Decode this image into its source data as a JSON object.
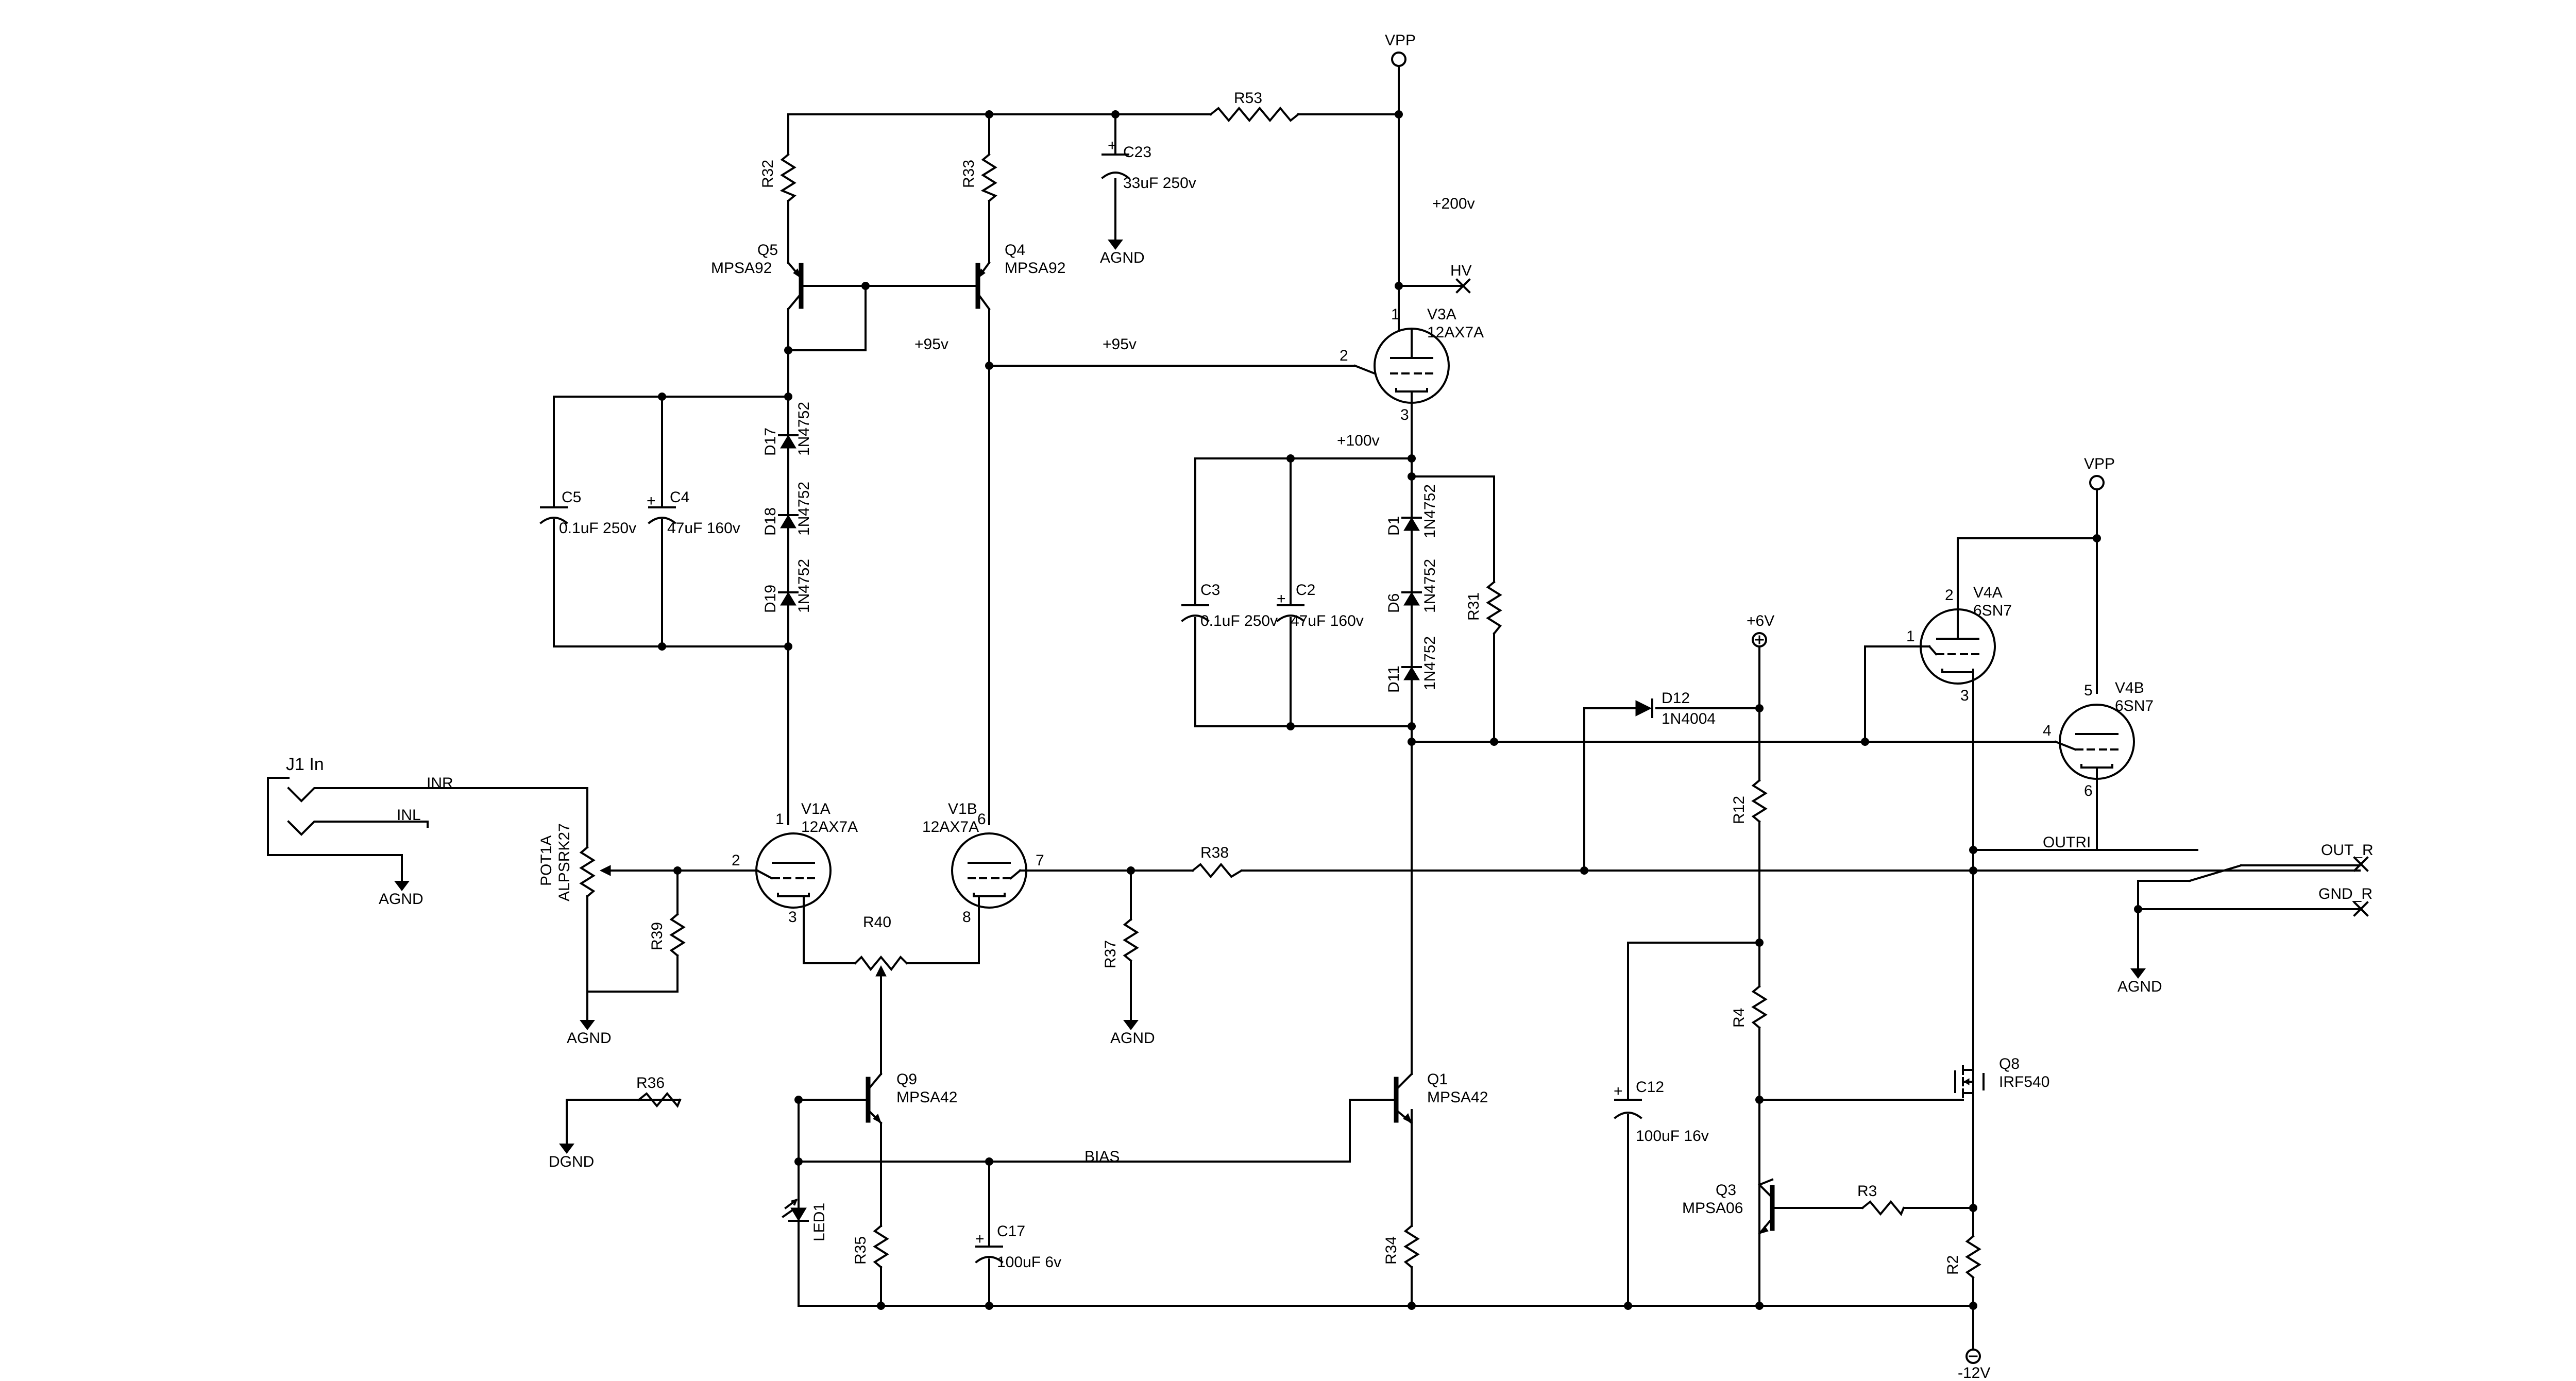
{
  "rails": {
    "vpp_top": "VPP",
    "vpp_right": "VPP",
    "plus200": "+200v",
    "hv": "HV",
    "plus95_a": "+95v",
    "plus95_b": "+95v",
    "plus100": "+100v",
    "plus6v": "+6V",
    "minus12v": "-12V",
    "bias": "BIAS",
    "inr": "INR",
    "inl": "INL",
    "outri": "OUTRI",
    "out_r": "OUT_R",
    "gnd_r": "GND_R"
  },
  "grounds": {
    "c23_gnd": "AGND",
    "jack_gnd": "AGND",
    "pot_gnd": "AGND",
    "r37_gnd": "AGND",
    "out_gnd": "AGND",
    "r36_gnd": "DGND"
  },
  "jack": {
    "ref": "J1 In"
  },
  "resistors": {
    "r53": "R53",
    "r32": "R32",
    "r33": "R33",
    "r31": "R31",
    "r39": "R39",
    "r40": "R40",
    "r38": "R38",
    "r37": "R37",
    "r36": "R36",
    "r35": "R35",
    "r34": "R34",
    "r12": "R12",
    "r4": "R4",
    "r3": "R3",
    "r2": "R2"
  },
  "pot": {
    "ref": "POT1A",
    "value": "ALPSRK27"
  },
  "capacitors": {
    "c23": {
      "ref": "C23",
      "value": "33uF 250v"
    },
    "c5": {
      "ref": "C5",
      "value": "0.1uF 250v"
    },
    "c4": {
      "ref": "C4",
      "value": "47uF 160v"
    },
    "c3": {
      "ref": "C3",
      "value": "0.1uF 250v"
    },
    "c2": {
      "ref": "C2",
      "value": "47uF 160v"
    },
    "c12": {
      "ref": "C12",
      "value": "100uF 16v"
    },
    "c17": {
      "ref": "C17",
      "value": "100uF 6v"
    }
  },
  "diodes": {
    "d17": {
      "ref": "D17",
      "value": "1N4752"
    },
    "d18": {
      "ref": "D18",
      "value": "1N4752"
    },
    "d19": {
      "ref": "D19",
      "value": "1N4752"
    },
    "d1": {
      "ref": "D1",
      "value": "1N4752"
    },
    "d6": {
      "ref": "D6",
      "value": "1N4752"
    },
    "d11": {
      "ref": "D11",
      "value": "1N4752"
    },
    "d12": {
      "ref": "D12",
      "value": "1N4004"
    },
    "led1": {
      "ref": "LED1"
    }
  },
  "transistors": {
    "q5": {
      "ref": "Q5",
      "value": "MPSA92"
    },
    "q4": {
      "ref": "Q4",
      "value": "MPSA92"
    },
    "q9": {
      "ref": "Q9",
      "value": "MPSA42"
    },
    "q1": {
      "ref": "Q1",
      "value": "MPSA42"
    },
    "q3": {
      "ref": "Q3",
      "value": "MPSA06"
    },
    "q8": {
      "ref": "Q8",
      "value": "IRF540"
    }
  },
  "tubes": {
    "v3a": {
      "ref": "V3A",
      "value": "12AX7A",
      "pins": [
        "1",
        "2",
        "3"
      ]
    },
    "v1a": {
      "ref": "V1A",
      "value": "12AX7A",
      "pins": [
        "1",
        "2",
        "3"
      ]
    },
    "v1b": {
      "ref": "V1B",
      "value": "12AX7A",
      "pins": [
        "6",
        "7",
        "8"
      ]
    },
    "v4a": {
      "ref": "V4A",
      "value": "6SN7",
      "pins": [
        "2",
        "1",
        "3"
      ]
    },
    "v4b": {
      "ref": "V4B",
      "value": "6SN7",
      "pins": [
        "5",
        "4",
        "6"
      ]
    }
  }
}
